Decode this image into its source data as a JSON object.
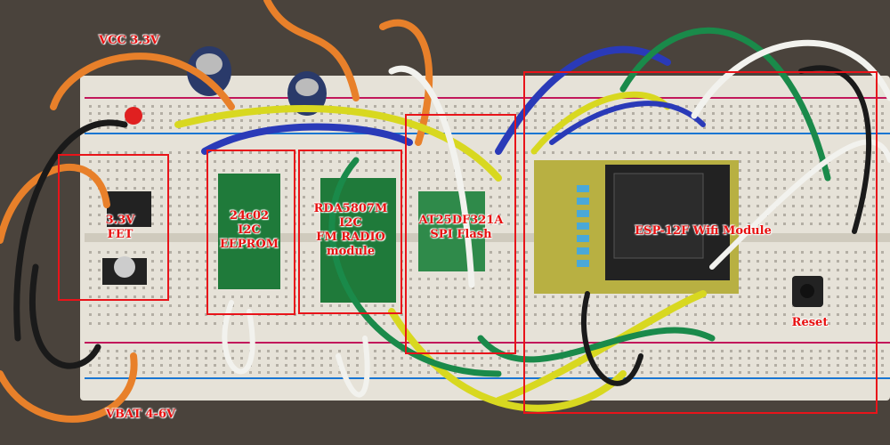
{
  "labels": {
    "vcc": "VCC 3.3V",
    "vbat": "VBAT 4-6V",
    "fet": "3.3V\nFET",
    "eeprom": "24c02\nI2C\nEEPROM",
    "radio": "RDA5807M\nI2C\nFM RADIO\nmodule",
    "flash": "AT25DF321A\nSPI Flash",
    "wifi": "ESP-12F Wifi Module",
    "reset": "Reset"
  },
  "colors": {
    "annotation": "#e8141a",
    "breadboard": "#e6e2d8",
    "pcb_green": "#1f7a3a",
    "pcb_yellow": "#b8b042"
  }
}
